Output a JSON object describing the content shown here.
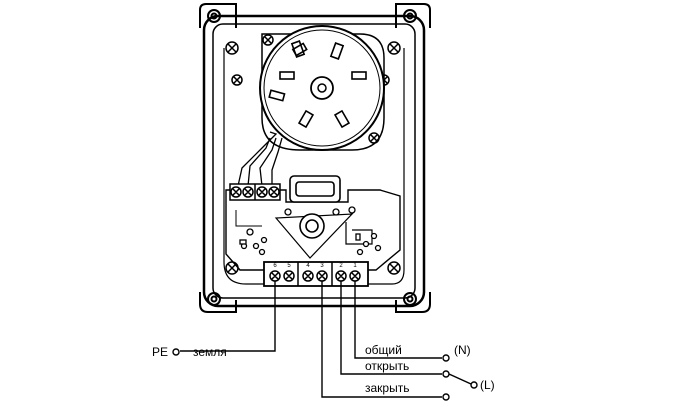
{
  "terminals": [
    "6",
    "5",
    "4",
    "3",
    "2",
    "1"
  ],
  "labels": {
    "pe": "PE",
    "ground": "земля",
    "common": "общий",
    "neutral": "(N)",
    "open": "открыть",
    "close": "закрыть",
    "live": "(L)"
  }
}
